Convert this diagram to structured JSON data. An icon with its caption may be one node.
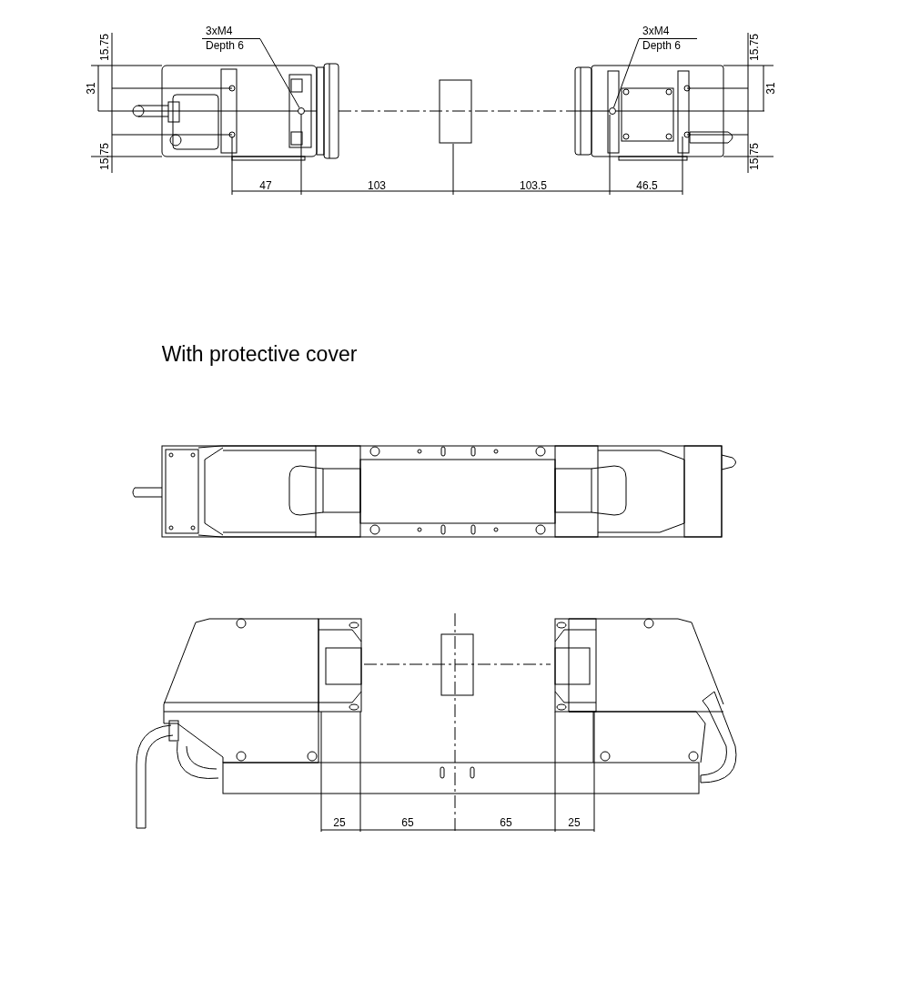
{
  "diagram": {
    "nodes": [
      {
        "text": [
          "3xM4",
          "Depth 6"
        ]
      },
      {
        "text": [],
        "shape": "circle"
      },
      {
        "text": [
          "3xM4",
          "Depth 6"
        ]
      },
      {
        "text": [],
        "shape": "circle"
      }
    ],
    "edges": [
      {
        "from": 0,
        "to": 1,
        "arrow": "none"
      },
      {
        "from": 2,
        "to": 3,
        "arrow": "none"
      }
    ],
    "labels": [
      "15.75",
      "31",
      "15.75",
      "15.75",
      "31",
      "15.75",
      "47",
      "103",
      "103.5",
      "46.5",
      "With protective cover",
      "25",
      "65",
      "65",
      "25"
    ]
  }
}
